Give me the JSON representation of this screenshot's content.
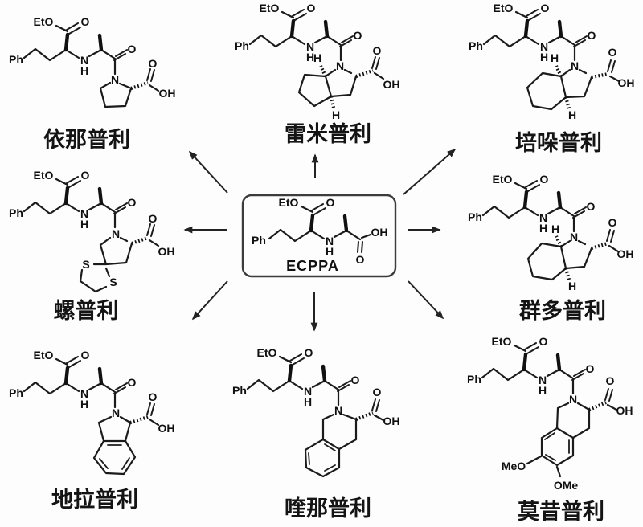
{
  "figure": {
    "description": "ECPPA as common intermediate to eight prils",
    "center": {
      "label": "ECPPA"
    }
  },
  "atoms": {
    "eto": "EtO",
    "o": "O",
    "ph": "Ph",
    "n": "N",
    "h": "H",
    "oh": "OH",
    "s": "S",
    "meo": "MeO",
    "ome": "OMe"
  },
  "compounds": [
    {
      "id": "enalapril",
      "name": "依那普利"
    },
    {
      "id": "ramipril",
      "name": "雷米普利"
    },
    {
      "id": "perindopril",
      "name": "培哚普利"
    },
    {
      "id": "spirapril",
      "name": "螺普利"
    },
    {
      "id": "trandolapril",
      "name": "群多普利"
    },
    {
      "id": "delapril",
      "name": "地拉普利"
    },
    {
      "id": "quinapril",
      "name": "喹那普利"
    },
    {
      "id": "moexipril",
      "name": "莫昔普利"
    }
  ]
}
